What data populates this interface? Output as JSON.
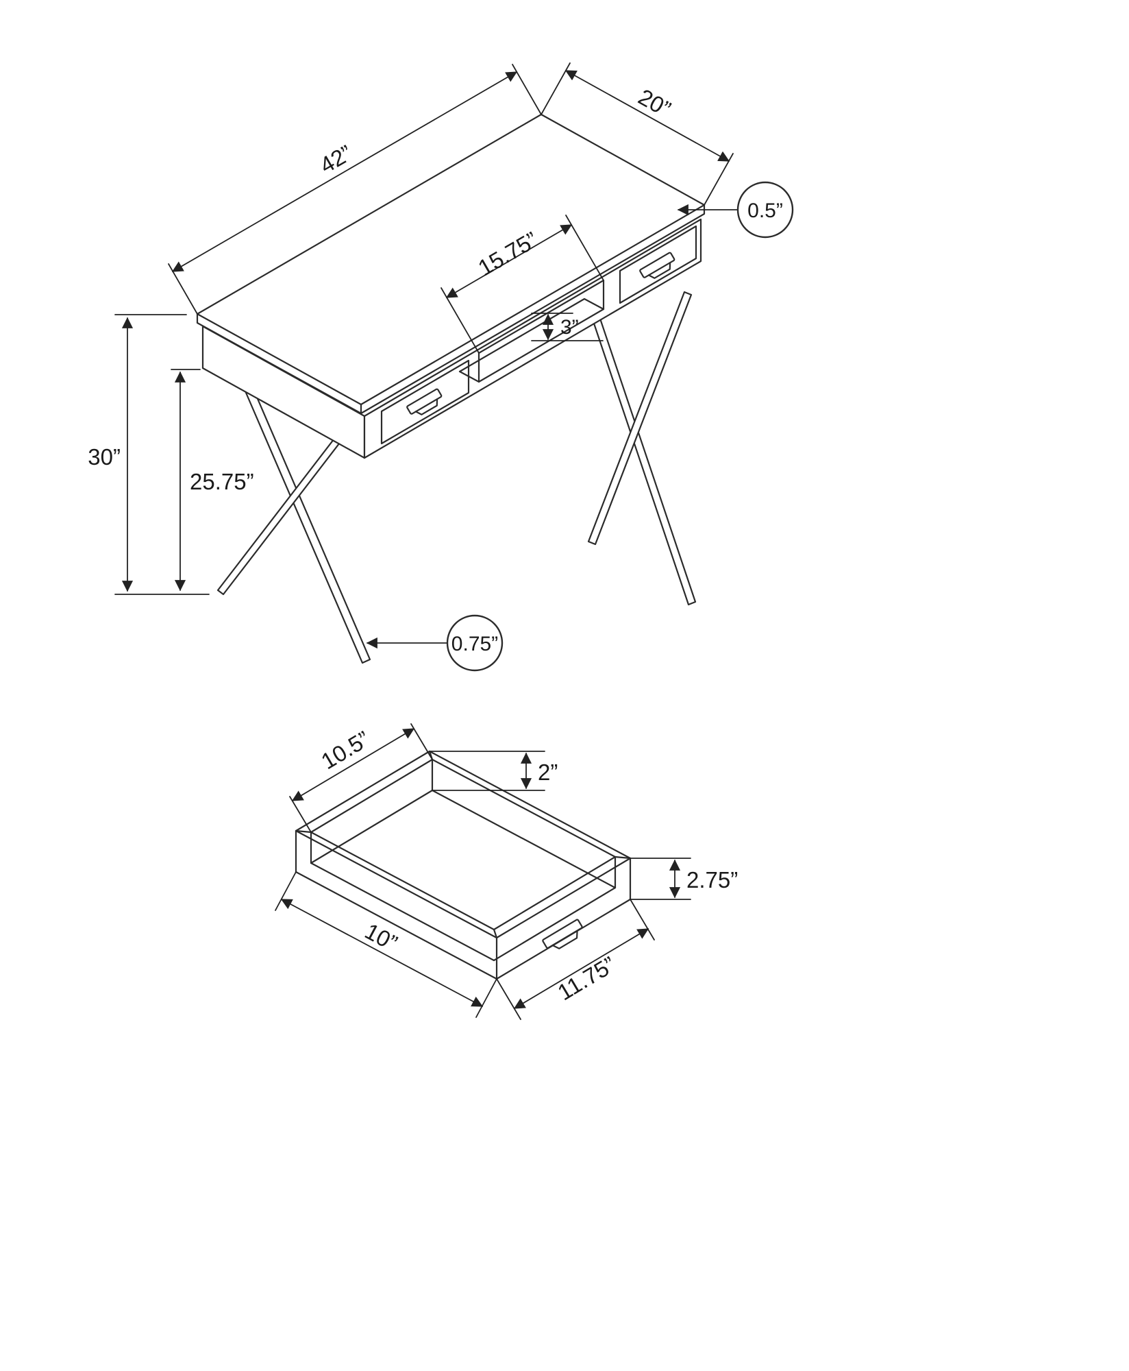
{
  "diagram": {
    "type": "furniture-dimension-drawing",
    "line_color": "#2b2b2b",
    "background": "#ffffff",
    "desk": {
      "width": "42”",
      "depth": "20”",
      "top_thickness": "0.5”",
      "opening_width": "15.75”",
      "opening_height": "3”",
      "overall_height": "30”",
      "underside_height": "25.75”",
      "leg_tube": "0.75”"
    },
    "drawer": {
      "inner_width": "10.5”",
      "inner_depth": "2”",
      "front_height": "2.75”",
      "inner_length": "10”",
      "front_width": "11.75”"
    }
  }
}
